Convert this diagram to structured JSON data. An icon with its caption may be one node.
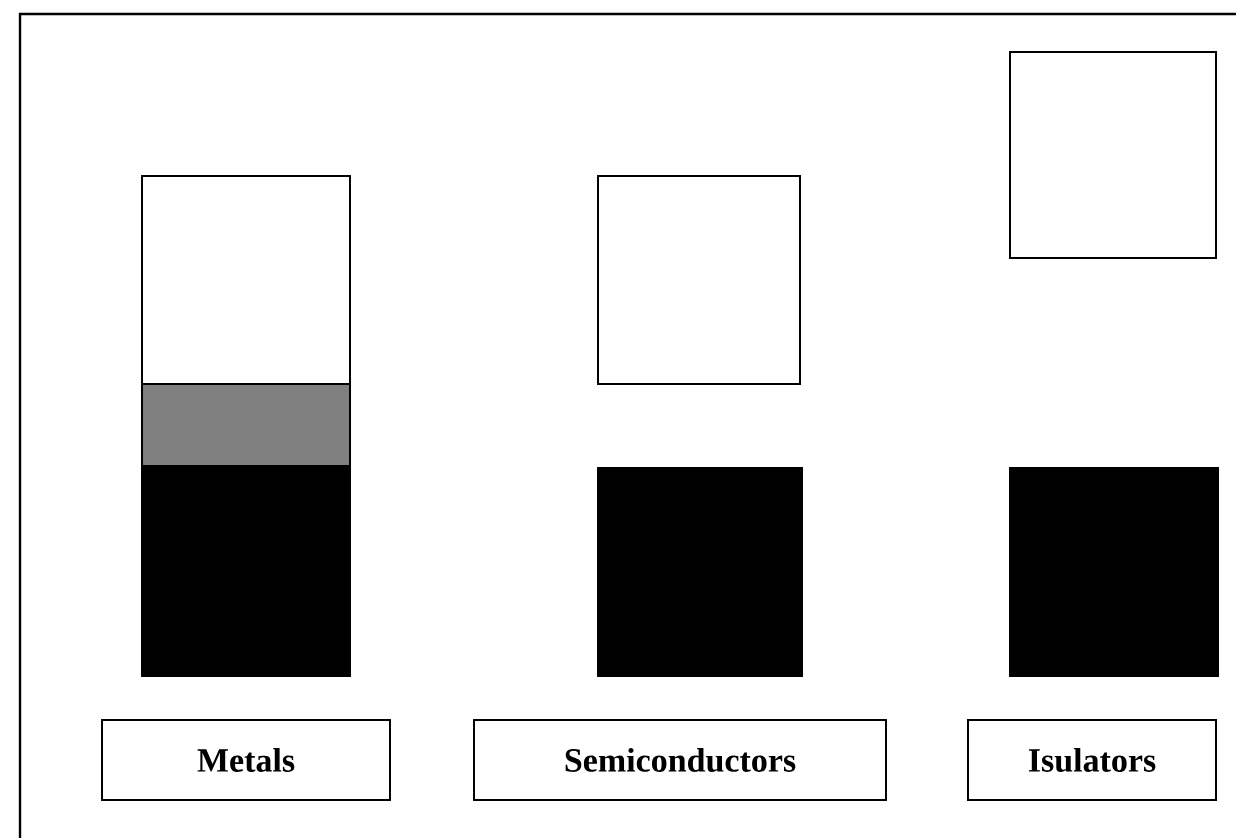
{
  "diagram": {
    "nodes": [
      {
        "text": [],
        "shape": "box"
      },
      {
        "text": [],
        "shape": "box"
      },
      {
        "text": [],
        "shape": "box"
      },
      {
        "text": [],
        "shape": "box"
      },
      {
        "text": [],
        "shape": "box"
      },
      {
        "text": [],
        "shape": "box"
      },
      {
        "text": [],
        "shape": "box"
      },
      {
        "text": [
          "Metals"
        ]
      },
      {
        "text": [
          "Semiconductors"
        ]
      },
      {
        "text": [
          "Isulators"
        ]
      }
    ]
  }
}
